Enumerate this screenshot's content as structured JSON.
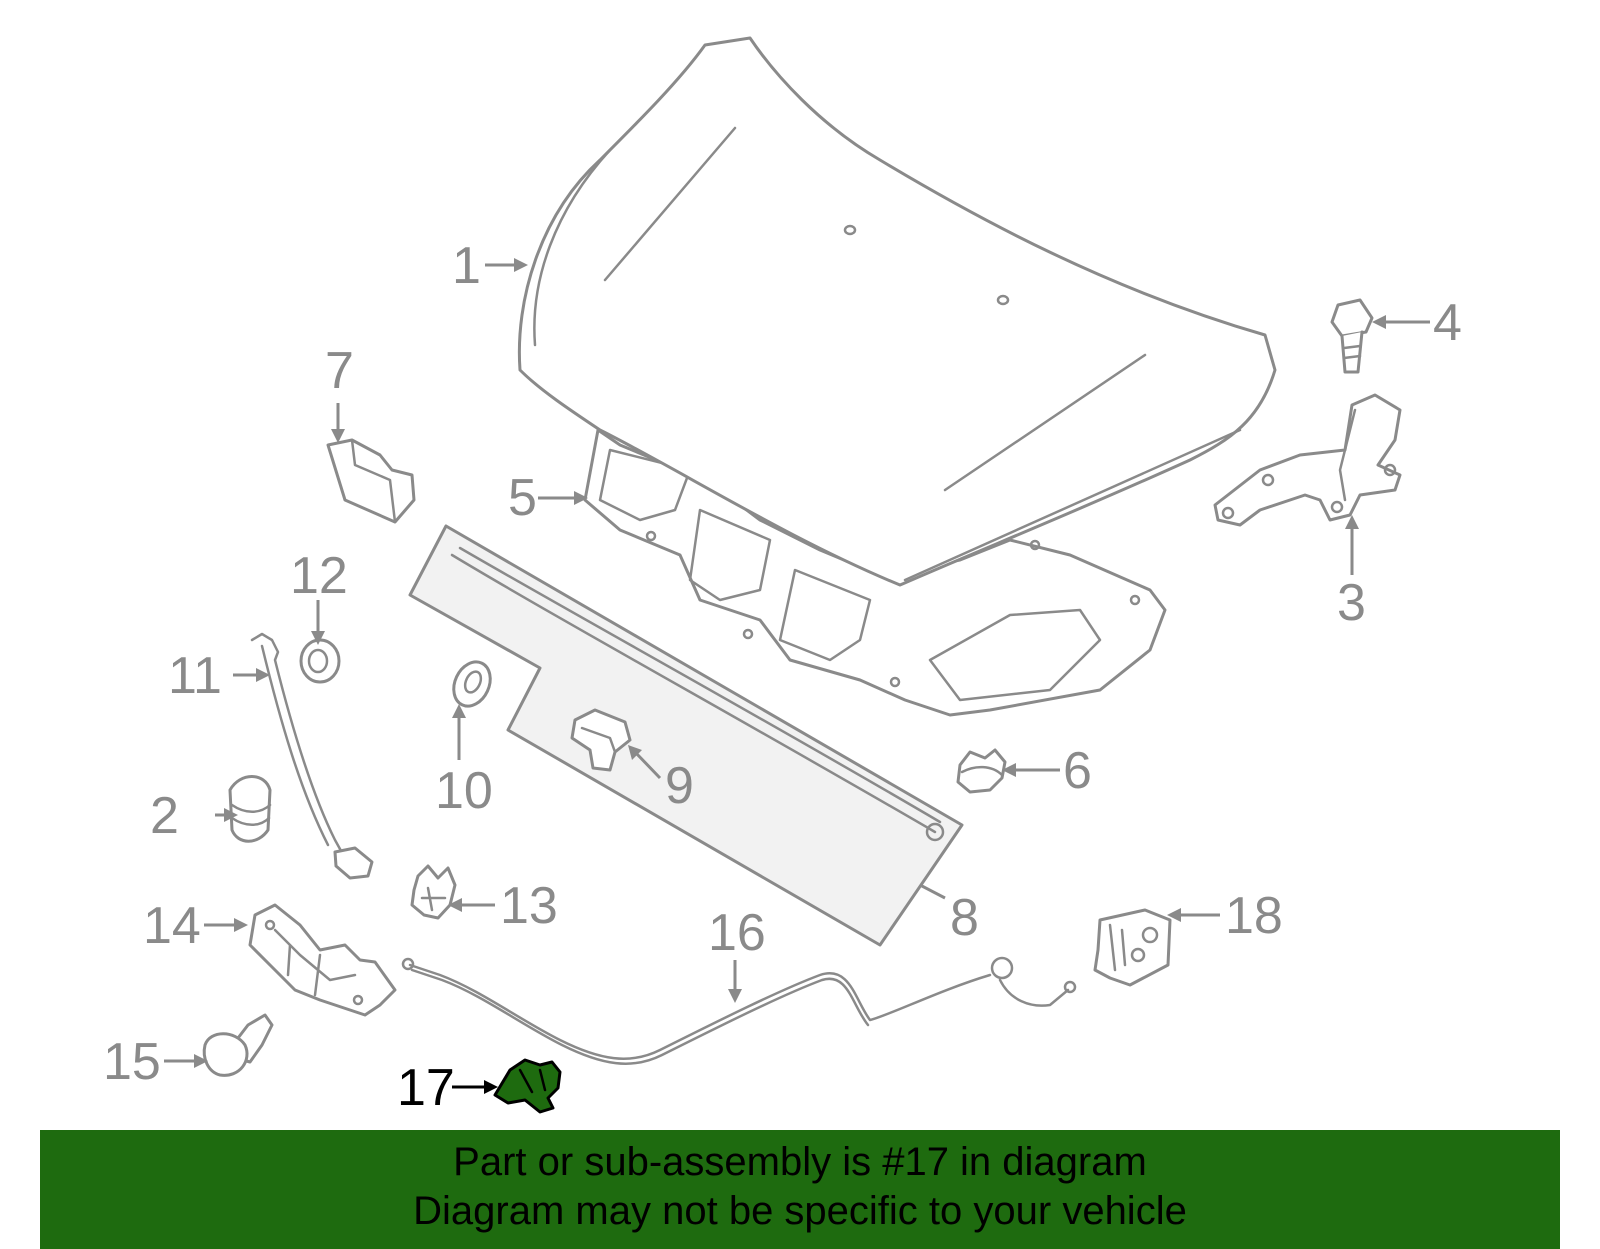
{
  "diagram": {
    "callouts": [
      {
        "id": "1",
        "label": "1"
      },
      {
        "id": "2",
        "label": "2"
      },
      {
        "id": "3",
        "label": "3"
      },
      {
        "id": "4",
        "label": "4"
      },
      {
        "id": "5",
        "label": "5"
      },
      {
        "id": "6",
        "label": "6"
      },
      {
        "id": "7",
        "label": "7"
      },
      {
        "id": "8",
        "label": "8"
      },
      {
        "id": "9",
        "label": "9"
      },
      {
        "id": "10",
        "label": "10"
      },
      {
        "id": "11",
        "label": "11"
      },
      {
        "id": "12",
        "label": "12"
      },
      {
        "id": "13",
        "label": "13"
      },
      {
        "id": "14",
        "label": "14"
      },
      {
        "id": "15",
        "label": "15"
      },
      {
        "id": "16",
        "label": "16"
      },
      {
        "id": "17",
        "label": "17"
      },
      {
        "id": "18",
        "label": "18"
      }
    ],
    "highlighted_part": "17",
    "colors": {
      "line_gray": "#8a8a8a",
      "highlight_fill": "#1e6b0f",
      "banner_bg": "#1e6b0f",
      "banner_text": "#000000"
    }
  },
  "banner": {
    "line1": "Part or sub-assembly is #17 in diagram",
    "line2": "Diagram may not be specific to your vehicle"
  }
}
